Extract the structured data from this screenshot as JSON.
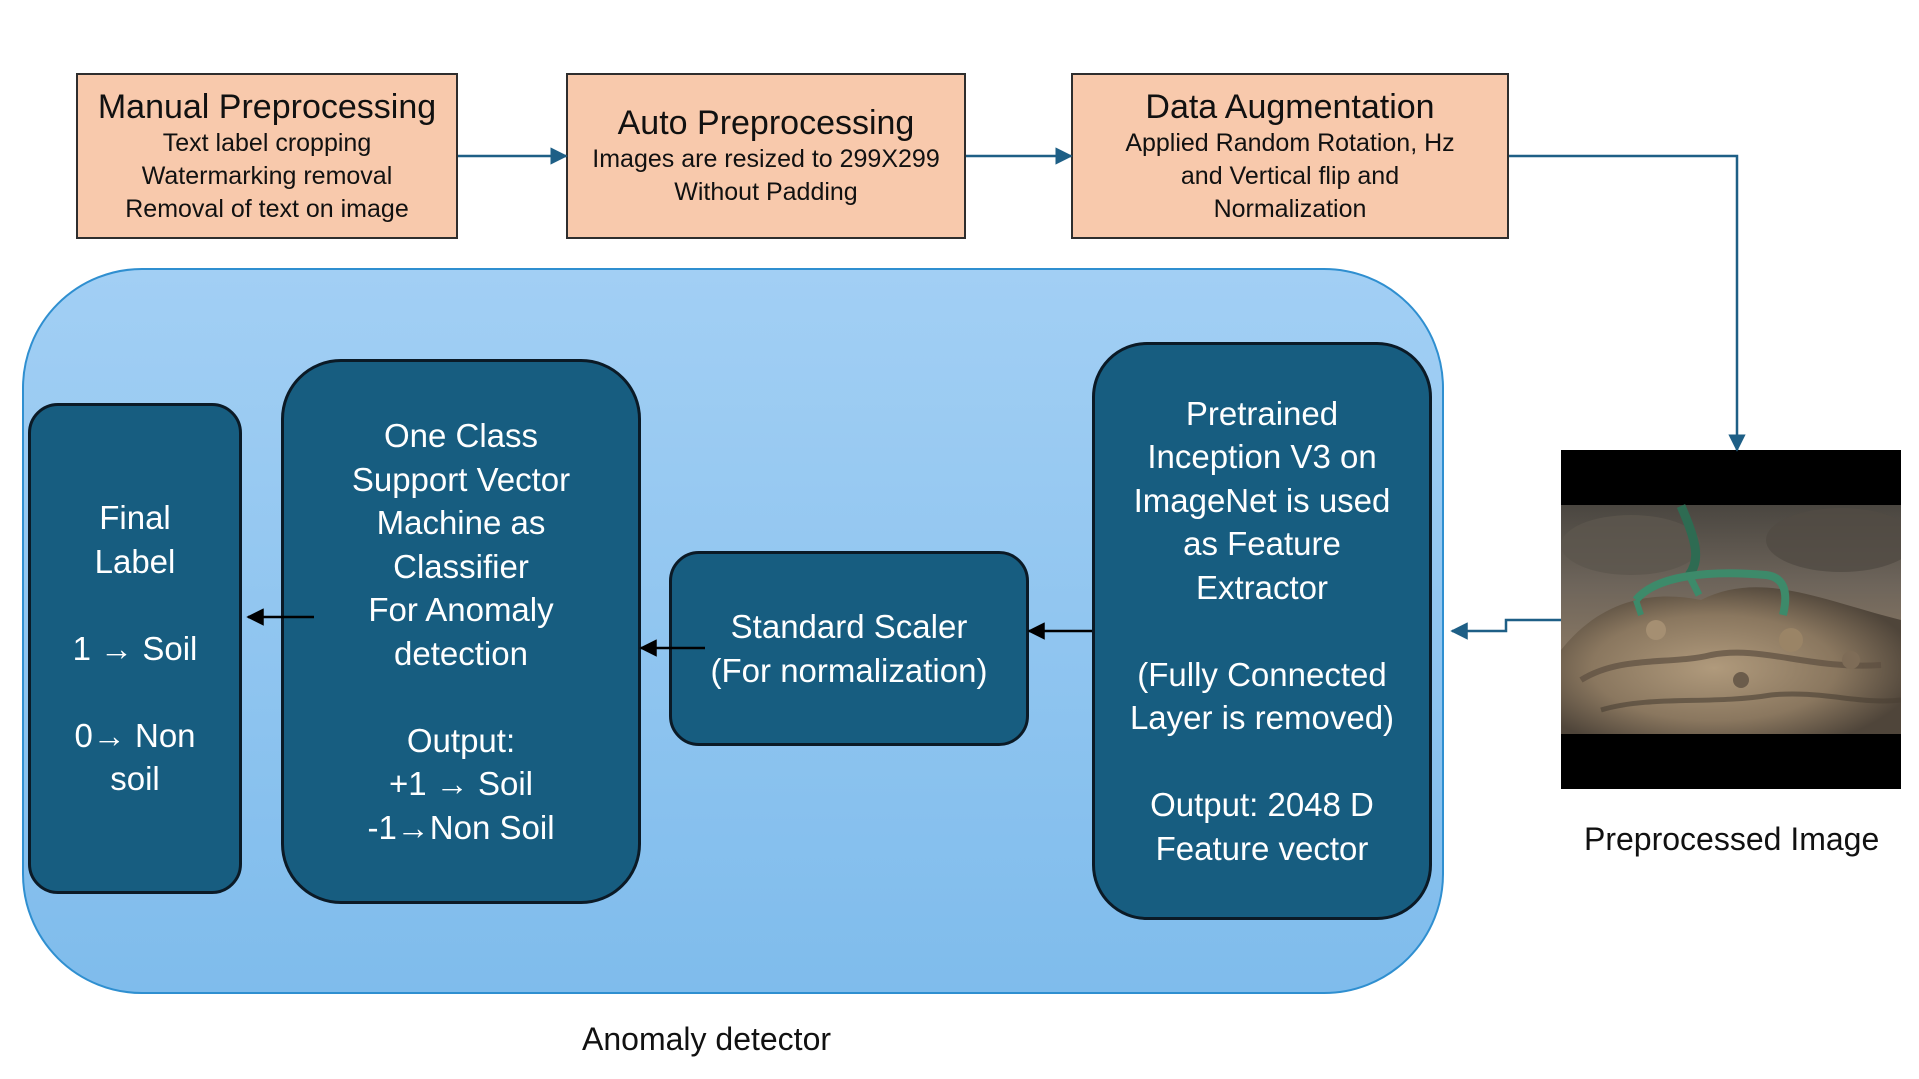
{
  "preprocessing": {
    "manual": {
      "title": "Manual Preprocessing",
      "lines": [
        "Text label cropping",
        "Watermarking removal",
        "Removal of text on image"
      ]
    },
    "auto": {
      "title": "Auto Preprocessing",
      "lines": [
        "Images are resized to 299X299",
        "Without Padding"
      ]
    },
    "augmentation": {
      "title": "Data Augmentation",
      "lines": [
        "Applied Random Rotation, Hz",
        "and Vertical flip and",
        "Normalization"
      ]
    }
  },
  "preprocessed_image": {
    "caption": "Preprocessed Image"
  },
  "anomaly_detector": {
    "caption": "Anomaly detector",
    "feature_extractor": {
      "lines_a": [
        "Pretrained",
        "Inception V3 on",
        "ImageNet is used",
        "as Feature",
        "Extractor"
      ],
      "lines_b": [
        "(Fully Connected",
        "Layer is removed)"
      ],
      "lines_c": [
        "Output: 2048 D",
        "Feature vector"
      ]
    },
    "scaler": {
      "lines": [
        "Standard Scaler",
        "(For normalization)"
      ]
    },
    "classifier": {
      "lines_a": [
        "One Class",
        "Support Vector",
        "Machine as",
        "Classifier",
        "For Anomaly",
        "detection"
      ],
      "lines_b": [
        "Output:",
        "+1 → Soil",
        "-1→Non Soil"
      ]
    },
    "final_label": {
      "lines_a": [
        "Final",
        "Label"
      ],
      "lines_b": [
        "1 → Soil"
      ],
      "lines_c": [
        "0→ Non",
        "soil"
      ]
    }
  },
  "colors": {
    "preprocess_fill": "#f8c9ac",
    "dark_box_fill": "#175d80",
    "detector_fill": "#8cc5ef",
    "connector": "#1e5f86"
  }
}
